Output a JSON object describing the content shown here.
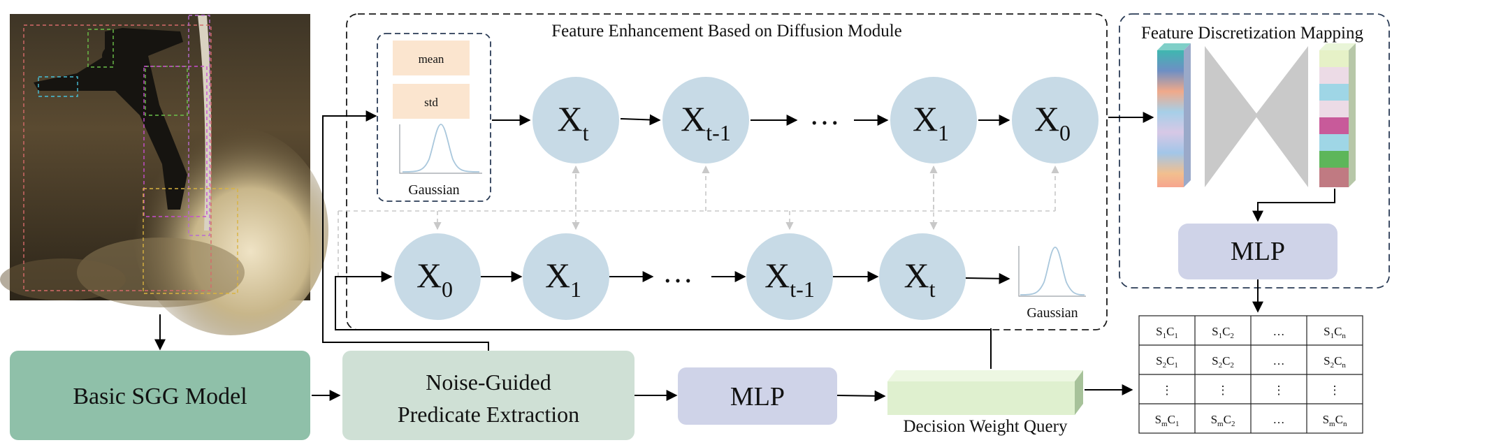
{
  "diffusion_module": {
    "title": "Feature Enhancement Based on Diffusion Module",
    "mean_label": "mean",
    "std_label": "std",
    "gaussian_label": "Gaussian",
    "ellipsis": "…"
  },
  "forward_chain": [
    {
      "base": "X",
      "sub": "t"
    },
    {
      "base": "X",
      "sub": "t-1"
    },
    {
      "base": "X",
      "sub": "1"
    },
    {
      "base": "X",
      "sub": "0"
    }
  ],
  "reverse_chain": [
    {
      "base": "X",
      "sub": "0"
    },
    {
      "base": "X",
      "sub": "1"
    },
    {
      "base": "X",
      "sub": "t-1"
    },
    {
      "base": "X",
      "sub": "t"
    }
  ],
  "discretization": {
    "title": "Feature Discretization Mapping",
    "mlp_label": "MLP"
  },
  "pipeline": {
    "basic_sgg": "Basic SGG Model",
    "noise_guided_line1": "Noise-Guided",
    "noise_guided_line2": "Predicate Extraction",
    "mlp_label": "MLP",
    "decision_weight_query": "Decision Weight Query"
  },
  "score_table": {
    "rows": [
      [
        {
          "a": "S",
          "as": "1",
          "b": "C",
          "bs": "1"
        },
        {
          "a": "S",
          "as": "1",
          "b": "C",
          "bs": "2"
        },
        {
          "a": "…",
          "as": "",
          "b": "",
          "bs": ""
        },
        {
          "a": "S",
          "as": "1",
          "b": "C",
          "bs": "n"
        }
      ],
      [
        {
          "a": "S",
          "as": "2",
          "b": "C",
          "bs": "1"
        },
        {
          "a": "S",
          "as": "2",
          "b": "C",
          "bs": "2"
        },
        {
          "a": "…",
          "as": "",
          "b": "",
          "bs": ""
        },
        {
          "a": "S",
          "as": "2",
          "b": "C",
          "bs": "n"
        }
      ],
      [
        {
          "a": "⋮",
          "as": "",
          "b": "",
          "bs": ""
        },
        {
          "a": "⋮",
          "as": "",
          "b": "",
          "bs": ""
        },
        {
          "a": "⋮",
          "as": "",
          "b": "",
          "bs": ""
        },
        {
          "a": "⋮",
          "as": "",
          "b": "",
          "bs": ""
        }
      ],
      [
        {
          "a": "S",
          "as": "m",
          "b": "C",
          "bs": "1"
        },
        {
          "a": "S",
          "as": "m",
          "b": "C",
          "bs": "2"
        },
        {
          "a": "…",
          "as": "",
          "b": "",
          "bs": ""
        },
        {
          "a": "S",
          "as": "m",
          "b": "C",
          "bs": "n"
        }
      ]
    ]
  },
  "colors": {
    "node_fill": "#c7dae6",
    "basic_sgg_fill": "#8fc0a9",
    "noise_fill": "#cfe0d5",
    "mlp_fill": "#cfd3e8",
    "dwq_front": "#dff0cf",
    "dwq_side": "#a7c29a",
    "mean_std_fill": "#fbe5cf",
    "gaussian_curve": "#a9c7dc",
    "encoder_gray": "#c9c9c9",
    "dashed_connector": "#c8c8c8"
  }
}
